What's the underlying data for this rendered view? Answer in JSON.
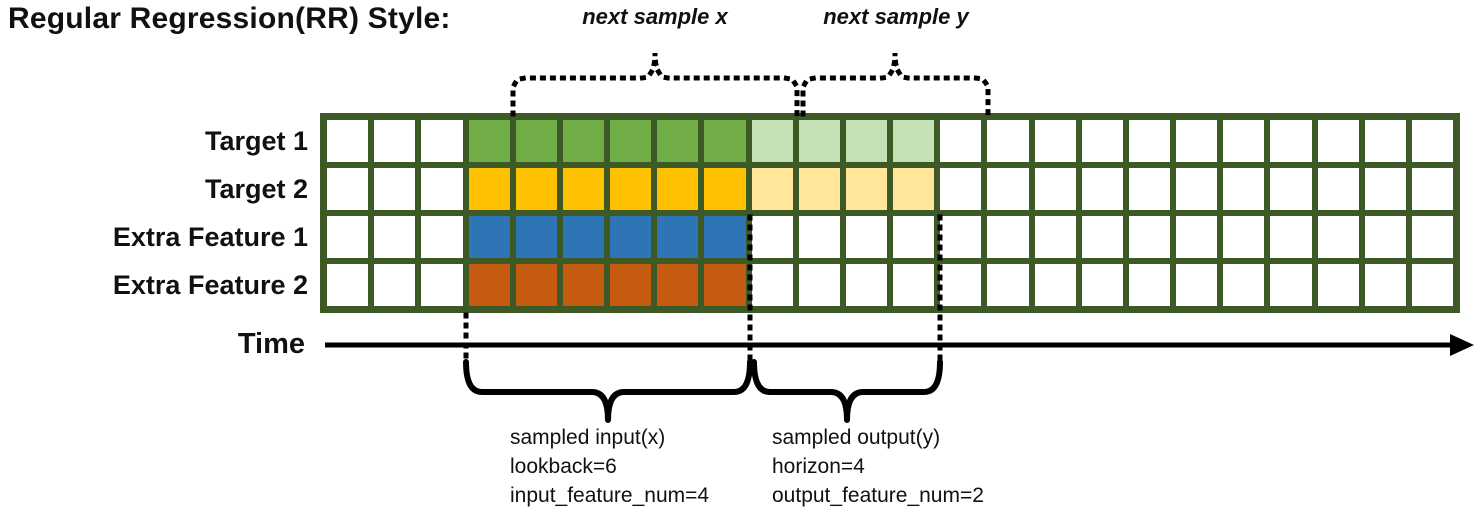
{
  "title": "Regular Regression(RR) Style:",
  "time_label": "Time",
  "braces": {
    "next_sample_x": "next sample x",
    "next_sample_y": "next sample y"
  },
  "colors": {
    "grid_border": "#3D5A26",
    "target1_input": "#70AD47",
    "target1_output": "#C5E0B4",
    "target2_input": "#FFC000",
    "target2_output": "#FFE699",
    "extra1_input": "#2E75B6",
    "extra2_input": "#C55A11",
    "empty": "#FFFFFF",
    "annotation": "#000000"
  },
  "grid": {
    "columns": 24,
    "lookback_cols": 6,
    "horizon_cols": 4,
    "rows": [
      {
        "label": "Target 1",
        "segments": [
          {
            "count": 3,
            "color": "empty"
          },
          {
            "count": 6,
            "color": "target1_input"
          },
          {
            "count": 4,
            "color": "target1_output"
          },
          {
            "count": 11,
            "color": "empty"
          }
        ]
      },
      {
        "label": "Target 2",
        "segments": [
          {
            "count": 3,
            "color": "empty"
          },
          {
            "count": 6,
            "color": "target2_input"
          },
          {
            "count": 4,
            "color": "target2_output"
          },
          {
            "count": 11,
            "color": "empty"
          }
        ]
      },
      {
        "label": "Extra Feature 1",
        "segments": [
          {
            "count": 3,
            "color": "empty"
          },
          {
            "count": 6,
            "color": "extra1_input"
          },
          {
            "count": 15,
            "color": "empty"
          }
        ]
      },
      {
        "label": "Extra Feature 2",
        "segments": [
          {
            "count": 3,
            "color": "empty"
          },
          {
            "count": 6,
            "color": "extra2_input"
          },
          {
            "count": 15,
            "color": "empty"
          }
        ]
      }
    ]
  },
  "sampled_input": {
    "title": "sampled input(x)",
    "lookback": "lookback=6",
    "feature_num": "input_feature_num=4"
  },
  "sampled_output": {
    "title": "sampled output(y)",
    "horizon": "horizon=4",
    "feature_num": "output_feature_num=2"
  }
}
